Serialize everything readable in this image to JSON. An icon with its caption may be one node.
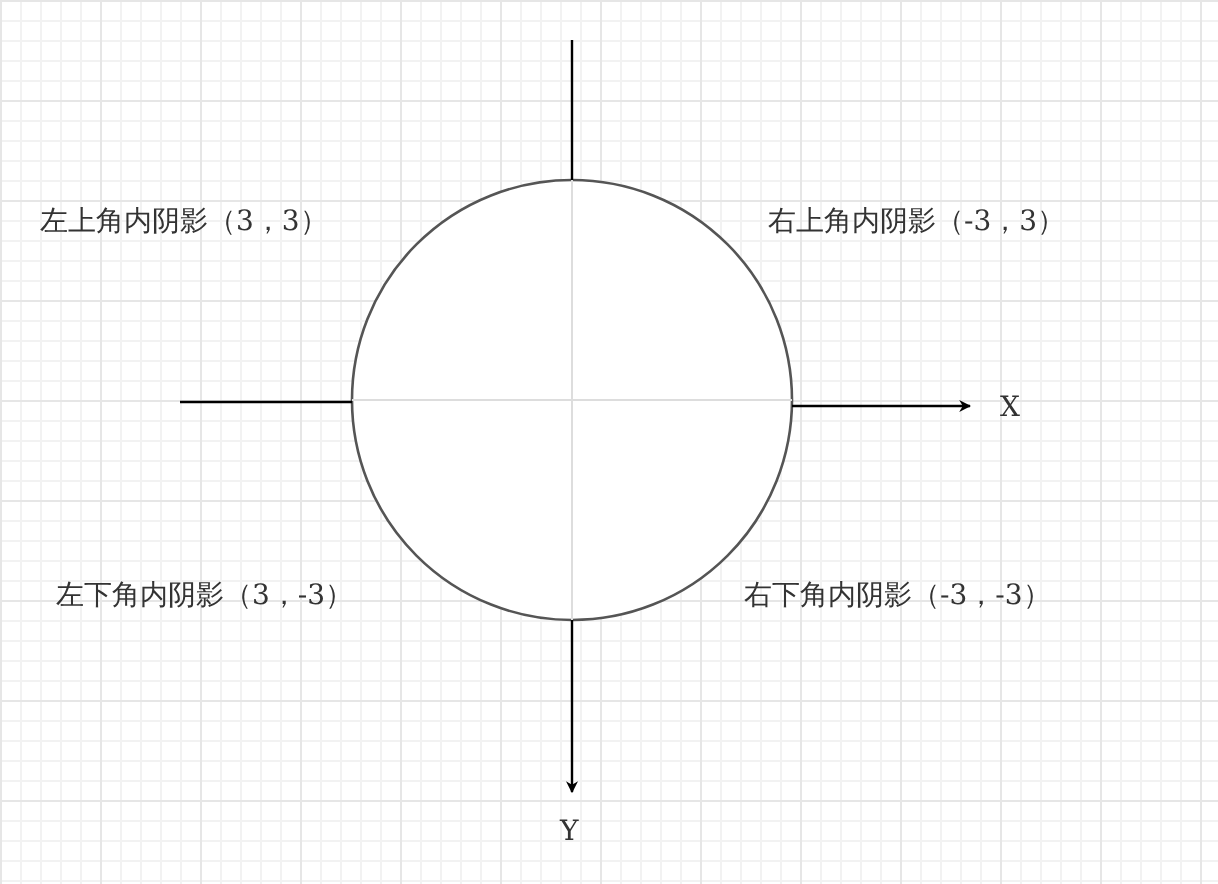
{
  "diagram": {
    "labels": [
      "左上角内阴影（3，3）",
      "右上角内阴影（-3，3）",
      "X",
      "左下角内阴影（3，-3）",
      "右下角内阴影（-3，-3）",
      "Y"
    ]
  }
}
